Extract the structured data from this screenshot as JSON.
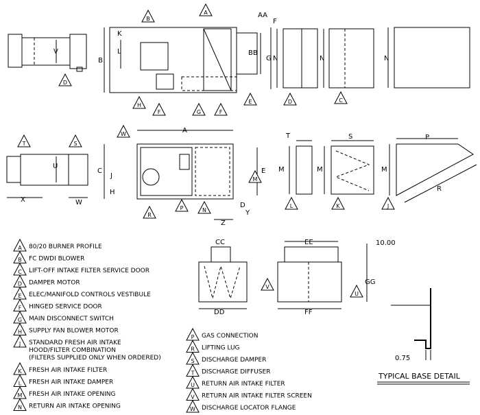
{
  "dims": {
    "AA": "AA",
    "F": "F",
    "B": "B",
    "K": "K",
    "L": "L",
    "BB": "BB",
    "G": "G",
    "N": "N",
    "V": "V",
    "A": "A",
    "C": "C",
    "J": "J",
    "H": "H",
    "E": "E",
    "D": "D",
    "Y": "Y",
    "Z": "Z",
    "U": "U",
    "X": "X",
    "W": "W",
    "T": "T",
    "M": "M",
    "S": "S",
    "P": "P",
    "R": "R",
    "CC": "CC",
    "DD": "DD",
    "EE": "EE",
    "FF": "FF",
    "GG": "GG",
    "ten": "10.00",
    "base": "0.75"
  },
  "callouts": {
    "A": "A",
    "B": "B",
    "C": "C",
    "D": "D",
    "E": "E",
    "F": "F",
    "G": "G",
    "H": "H",
    "J": "J",
    "K": "K",
    "L": "L",
    "M": "M",
    "N": "N",
    "P": "P",
    "R": "R",
    "S": "S",
    "T": "T",
    "U": "U",
    "V": "V",
    "W": "W"
  },
  "legend": [
    {
      "key": "A",
      "text": "80/20 BURNER PROFILE"
    },
    {
      "key": "B",
      "text": "FC DWDI BLOWER"
    },
    {
      "key": "C",
      "text": "LIFT-OFF INTAKE FILTER SERVICE DOOR"
    },
    {
      "key": "D",
      "text": "DAMPER MOTOR"
    },
    {
      "key": "E",
      "text": "ELEC/MANIFOLD CONTROLS VESTIBULE"
    },
    {
      "key": "F",
      "text": "HINGED SERVICE DOOR"
    },
    {
      "key": "G",
      "text": "MAIN DISCONNECT SWITCH"
    },
    {
      "key": "H",
      "text": "SUPPLY FAN BLOWER MOTOR"
    },
    {
      "key": "J",
      "text": "STANDARD FRESH AIR INTAKE",
      "text2": "HOOD/FILTER COMBINATION",
      "text3": "(FILTERS SUPPLIED ONLY WHEN ORDERED)"
    },
    {
      "key": "K",
      "text": "FRESH AIR INTAKE FILTER"
    },
    {
      "key": "L",
      "text": "FRESH AIR INTAKE DAMPER"
    },
    {
      "key": "M",
      "text": "FRESH AIR INTAKE OPENING"
    },
    {
      "key": "N",
      "text": "RETURN AIR INTAKE OPENING"
    },
    {
      "key": "P",
      "text": "GAS CONNECTION"
    },
    {
      "key": "R",
      "text": "LIFTING LUG"
    },
    {
      "key": "S",
      "text": "DISCHARGE DAMPER"
    },
    {
      "key": "T",
      "text": "DISCHARGE DIFFUSER"
    },
    {
      "key": "U",
      "text": "RETURN AIR INTAKE FILTER"
    },
    {
      "key": "V",
      "text": "RETURN AIR INTAKE FILTER SCREEN"
    },
    {
      "key": "W",
      "text": "DISCHARGE LOCATOR FLANGE"
    }
  ],
  "base_detail_title": "TYPICAL BASE DETAIL"
}
